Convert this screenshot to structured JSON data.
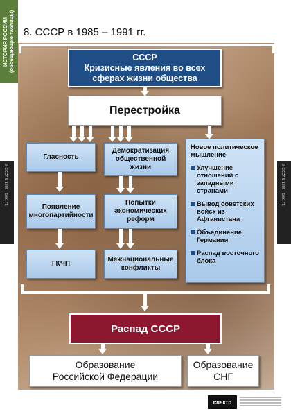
{
  "side_label": "ИСТОРИЯ РОССИИ (обобщающие таблицы)",
  "edge_label_left": "8. СССР В 1985 – 1991 ГГ.",
  "edge_label_right": "8. СССР В 1985 – 1991 ГГ.",
  "title": "8. СССР в 1985 – 1991 гг.",
  "ussr_box": {
    "line1": "СССР",
    "line2": "Кризисные явления во всех",
    "line3": "сферах жизни общества"
  },
  "perestroika": "Перестройка",
  "left_column": [
    "Гласность",
    "Появление многопартийности",
    "ГКЧП"
  ],
  "middle_column": [
    "Демократизация общественной жизни",
    "Попытки экономических реформ",
    "Межнациональные конфликты"
  ],
  "right_column": {
    "heading": "Новое политическое мышление",
    "items": [
      "Улучшение отношений с западными странами",
      "Вывод советских войск из Афганистана",
      "Объединение Германии",
      "Распад восточного блока"
    ]
  },
  "collapse": "Распад СССР",
  "outcomes": [
    {
      "line1": "Образование",
      "line2": "Российской Федерации"
    },
    {
      "line1": "Образование",
      "line2": "СНГ"
    }
  ],
  "publisher_logo": "спектр",
  "colors": {
    "navy": "#1f4e87",
    "crimson": "#8e1730",
    "side_green": "#5b7e3a",
    "light_blue": "#bcd6f0"
  }
}
